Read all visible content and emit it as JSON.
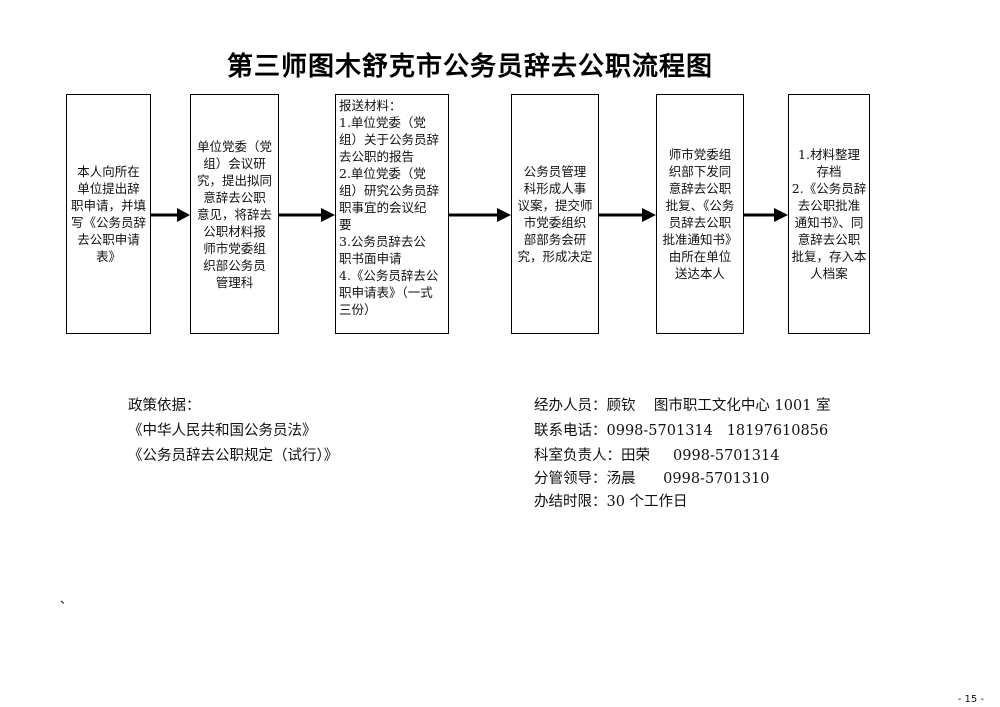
{
  "title": "第三师图木舒克市公务员辞去公职流程图",
  "steps": [
    {
      "text": "本人向所在\n单位提出辞\n职申请，并填\n写《公务员辞\n去公职申请\n表》"
    },
    {
      "text": "单位党委（党\n组）会议研\n究，提出拟同\n意辞去公职\n意见，将辞去\n公职材料报\n师市党委组\n织部公务员\n管理科"
    },
    {
      "text": "报送材料：\n1.单位党委（党\n组）关于公务员辞\n去公职的报告\n2.单位党委（党\n组）研究公务员辞\n职事宜的会议纪\n要\n3.公务员辞去公\n职书面申请\n4.《公务员辞去公\n职申请表》（一式\n三份）"
    },
    {
      "text": "公务员管理\n科形成人事\n议案，提交师\n市党委组织\n部部务会研\n究，形成决定"
    },
    {
      "text": "师市党委组\n织部下发同\n意辞去公职\n批复、《公务\n员辞去公职\n批准通知书》\n由所在单位\n送达本人"
    },
    {
      "text": "1.材料整理\n存档\n2.《公务员辞\n去公职批准\n通知书》、同\n意辞去公职\n批复，存入本\n人档案"
    }
  ],
  "policy": {
    "heading": "政策依据：",
    "items": [
      "《中华人民共和国公务员法》",
      "《公务员辞去公职规定（试行）》"
    ]
  },
  "contacts": [
    "经办人员：顾钦    图市职工文化中心 1001 室",
    "联系电话：0998-5701314   18197610856",
    "科室负责人：田荣     0998-5701314",
    "分管领导：汤晨      0998-5701310",
    "办结时限：30 个工作日"
  ],
  "mark": "、",
  "page_number": "- 15 -"
}
